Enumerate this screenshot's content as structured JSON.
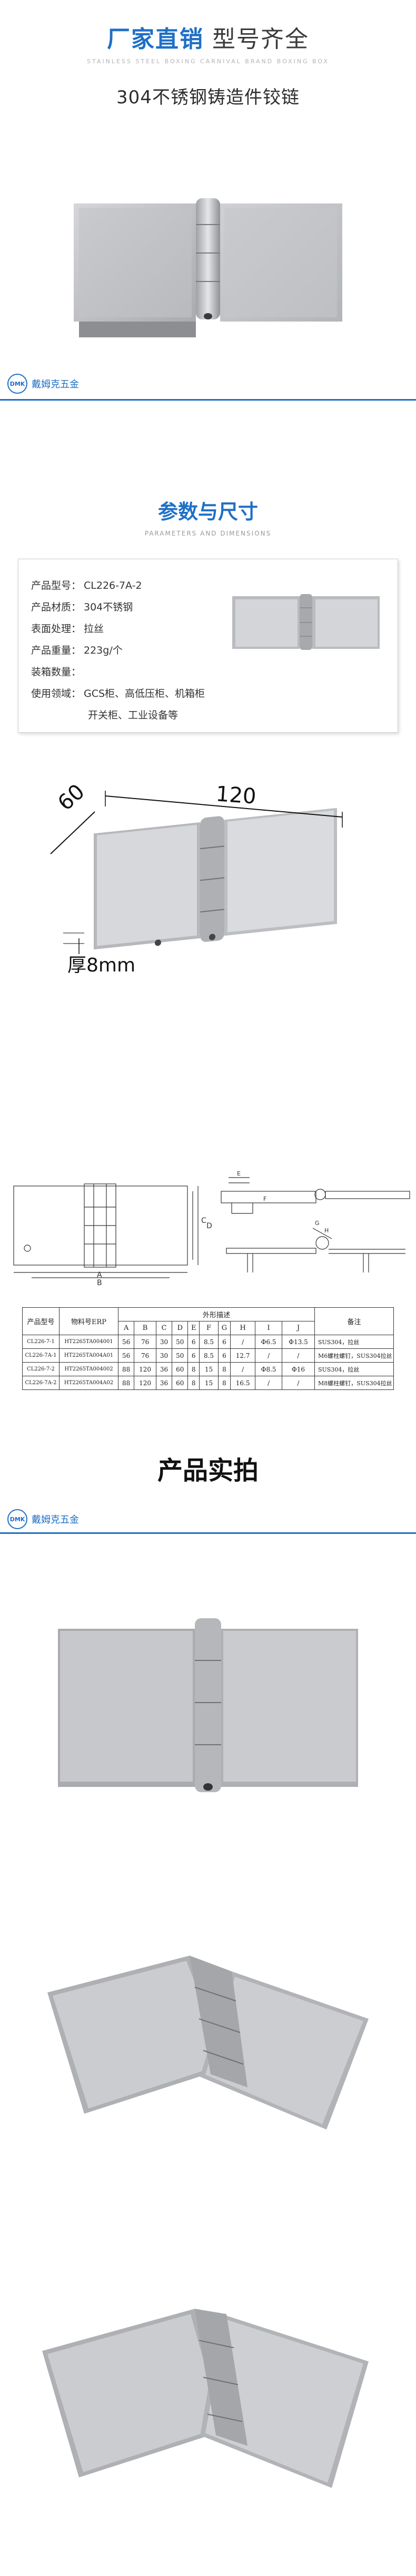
{
  "header": {
    "line1_blue": "厂家直销",
    "line1_dark": "型号齐全",
    "tagline_en": "STAINLESS STEEL BOXING CARNIVAL BRAND BOXING BOX",
    "product_name": "304不锈钢铸造件铰链"
  },
  "brand": {
    "logo_text": "DMK",
    "name": "戴姆克五金"
  },
  "params_section": {
    "title": "参数与尺寸",
    "subtitle": "PARAMETERS AND DIMENSIONS"
  },
  "spec": {
    "rows": [
      {
        "key": "产品型号：",
        "value": "CL226-7A-2"
      },
      {
        "key": "产品材质：",
        "value": "304不锈钢"
      },
      {
        "key": "表面处理：",
        "value": "拉丝"
      },
      {
        "key": "产品重量：",
        "value": "223g/个"
      },
      {
        "key": "装箱数量：",
        "value": ""
      },
      {
        "key": "使用领域：",
        "value": "GCS柜、高低压柜、机箱柜"
      }
    ],
    "continuation": "开关柜、工业设备等"
  },
  "dimensions": {
    "width": "60",
    "length": "120",
    "thickness": "厚8mm"
  },
  "drawing_letters": {
    "a": "A",
    "b": "B",
    "c": "C",
    "d": "D",
    "e": "E",
    "f": "F",
    "g": "G",
    "h": "H"
  },
  "table": {
    "col_model": "产品型号",
    "col_erp": "物料号ERP",
    "group_header": "外形描述",
    "col_note": "备注",
    "sub_headers": [
      "A",
      "B",
      "C",
      "D",
      "E",
      "F",
      "G",
      "H",
      "I",
      "J"
    ],
    "rows": [
      {
        "model": "CL226-7-1",
        "erp": "HT2265TA004001",
        "cells": [
          "56",
          "76",
          "30",
          "50",
          "6",
          "8.5",
          "6",
          "/",
          "Φ6.5",
          "Φ13.5"
        ],
        "note": "SUS304，拉丝"
      },
      {
        "model": "CL226-7A-1",
        "erp": "HT2265TA004A01",
        "cells": [
          "56",
          "76",
          "30",
          "50",
          "6",
          "8.5",
          "6",
          "12.7",
          "/",
          "/"
        ],
        "note": "M6螺柱螺钉，SUS304拉丝"
      },
      {
        "model": "CL226-7-2",
        "erp": "HT2265TA004002",
        "cells": [
          "88",
          "120",
          "36",
          "60",
          "8",
          "15",
          "8",
          "/",
          "Φ8.5",
          "Φ16"
        ],
        "note": "SUS304，拉丝"
      },
      {
        "model": "CL226-7A-2",
        "erp": "HT2265TA004A02",
        "cells": [
          "88",
          "120",
          "36",
          "60",
          "8",
          "15",
          "8",
          "16.5",
          "/",
          "/"
        ],
        "note": "M8螺柱螺钉，SUS304拉丝"
      }
    ]
  },
  "photos_section": {
    "title": "产品实拍"
  }
}
